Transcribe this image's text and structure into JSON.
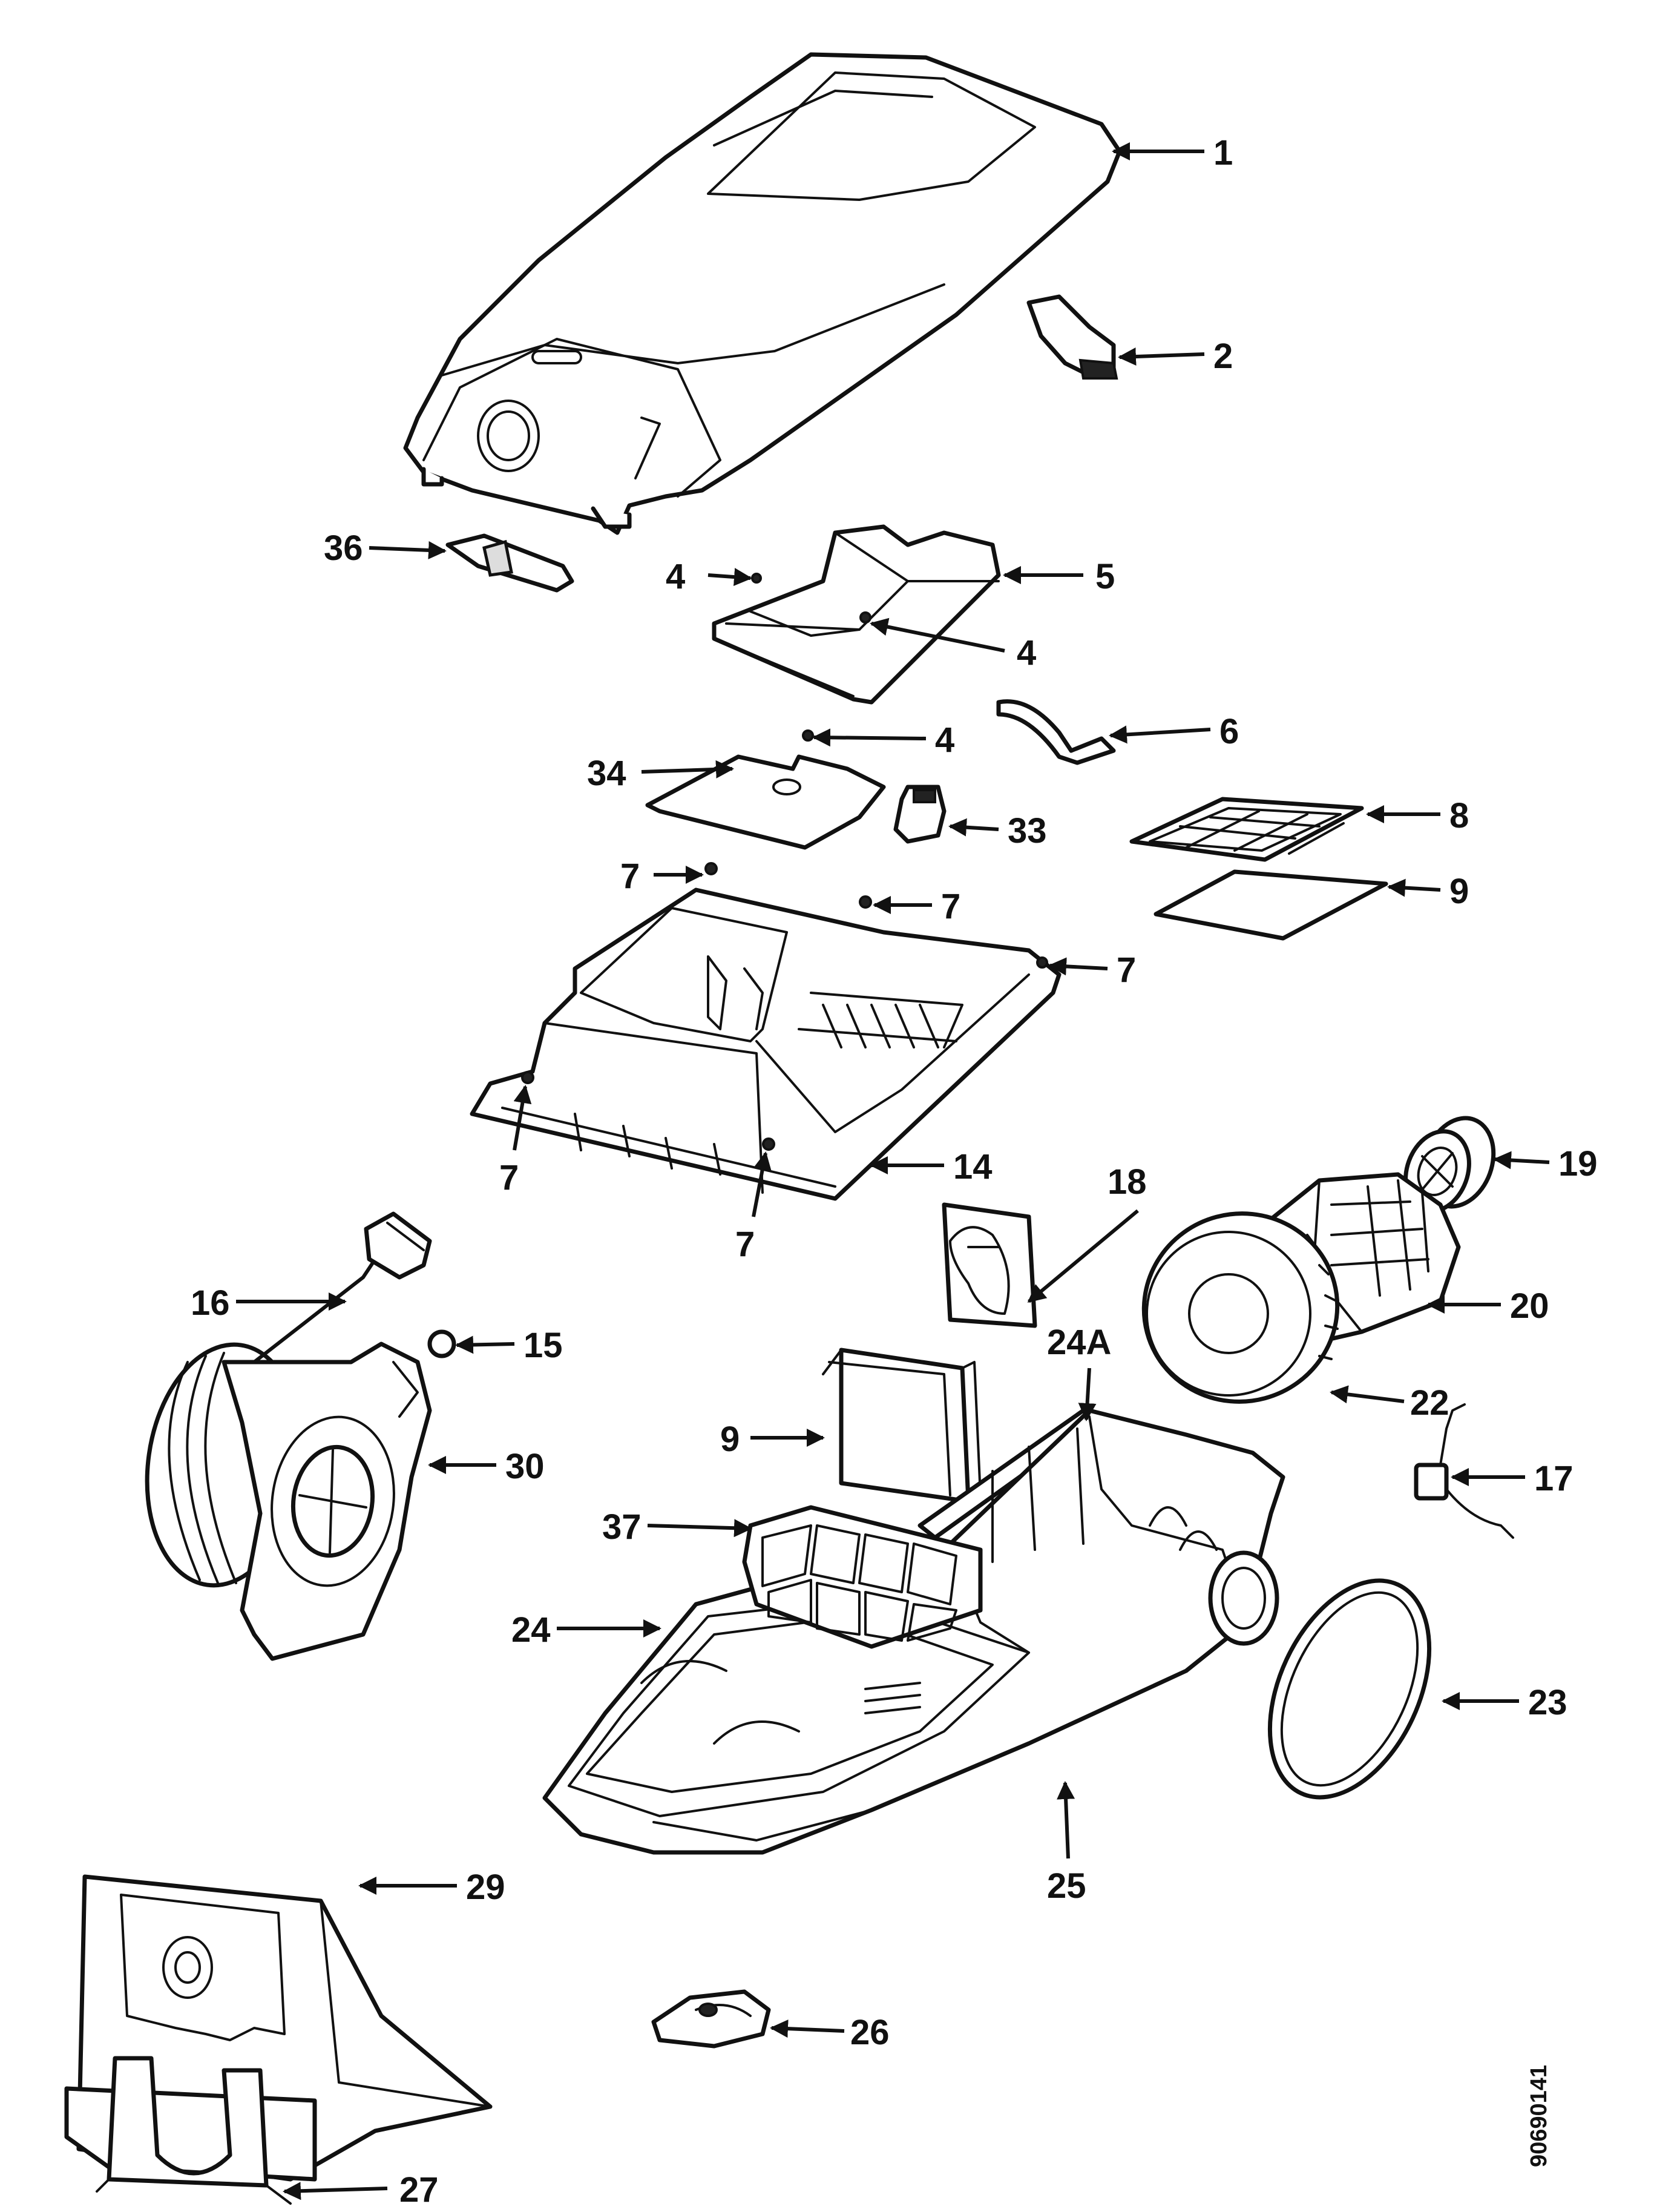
{
  "diagram": {
    "callouts": [
      {
        "id": "c1",
        "text": "1"
      },
      {
        "id": "c2",
        "text": "2"
      },
      {
        "id": "c36",
        "text": "36"
      },
      {
        "id": "c4a",
        "text": "4"
      },
      {
        "id": "c5",
        "text": "5"
      },
      {
        "id": "c4b",
        "text": "4"
      },
      {
        "id": "c4c",
        "text": "4"
      },
      {
        "id": "c6",
        "text": "6"
      },
      {
        "id": "c34",
        "text": "34"
      },
      {
        "id": "c33",
        "text": "33"
      },
      {
        "id": "c8",
        "text": "8"
      },
      {
        "id": "c9a",
        "text": "9"
      },
      {
        "id": "c7a",
        "text": "7"
      },
      {
        "id": "c7b",
        "text": "7"
      },
      {
        "id": "c7c",
        "text": "7"
      },
      {
        "id": "c7d",
        "text": "7"
      },
      {
        "id": "c7e",
        "text": "7"
      },
      {
        "id": "c14",
        "text": "14"
      },
      {
        "id": "c19",
        "text": "19"
      },
      {
        "id": "c18",
        "text": "18"
      },
      {
        "id": "c16",
        "text": "16"
      },
      {
        "id": "c15",
        "text": "15"
      },
      {
        "id": "c20",
        "text": "20"
      },
      {
        "id": "c24A",
        "text": "24A"
      },
      {
        "id": "c22",
        "text": "22"
      },
      {
        "id": "c30",
        "text": "30"
      },
      {
        "id": "c9b",
        "text": "9"
      },
      {
        "id": "c17",
        "text": "17"
      },
      {
        "id": "c37",
        "text": "37"
      },
      {
        "id": "c24",
        "text": "24"
      },
      {
        "id": "c23",
        "text": "23"
      },
      {
        "id": "c29",
        "text": "29"
      },
      {
        "id": "c25",
        "text": "25"
      },
      {
        "id": "c26",
        "text": "26"
      },
      {
        "id": "c27",
        "text": "27"
      }
    ],
    "drawing_code": "90690141"
  }
}
